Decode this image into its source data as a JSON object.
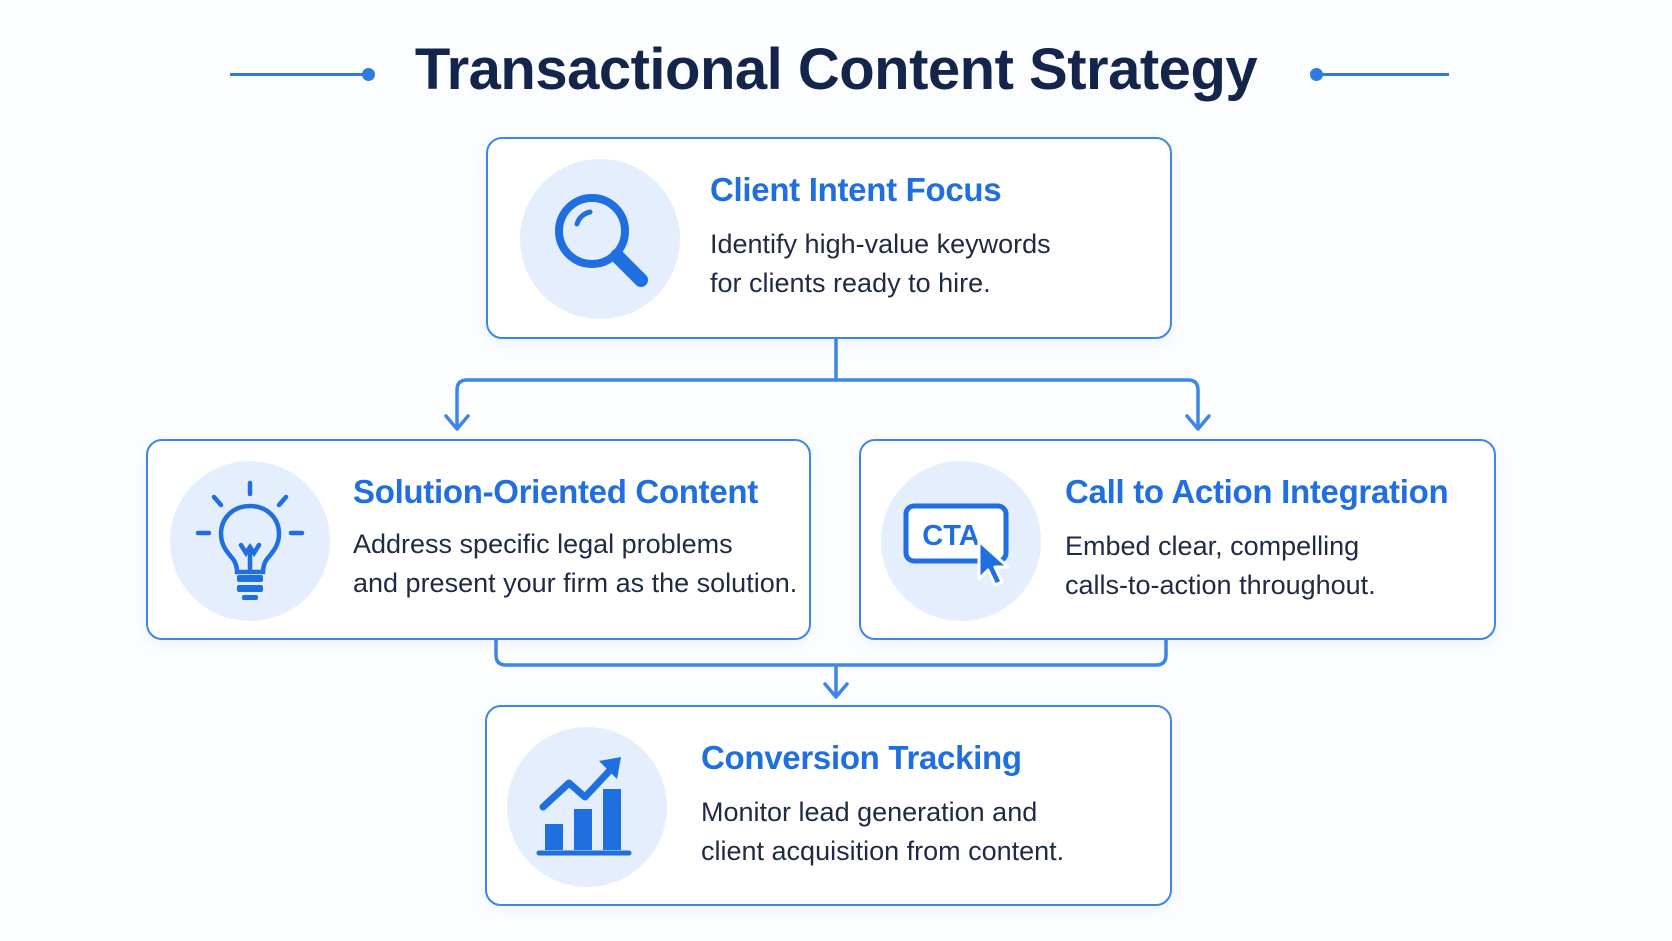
{
  "title": "Transactional Content Strategy",
  "colors": {
    "accent": "#2f7be0",
    "title_text": "#13254a",
    "card_title": "#1f6fe0",
    "body_text": "#1f2a44",
    "icon_bg": "#e4eefc"
  },
  "cards": {
    "intent": {
      "icon": "magnifying-glass-icon",
      "title": "Client Intent Focus",
      "desc_line1": "Identify high-value keywords",
      "desc_line2": "for clients ready to hire."
    },
    "solution": {
      "icon": "lightbulb-icon",
      "title": "Solution-Oriented Content",
      "desc_line1": "Address specific legal problems",
      "desc_line2": "and present your firm as the solution."
    },
    "cta": {
      "icon": "cta-cursor-icon",
      "icon_label": "CTA",
      "title": "Call to Action Integration",
      "desc_line1": "Embed clear, compelling",
      "desc_line2": "calls-to-action throughout."
    },
    "conversion": {
      "icon": "growth-chart-icon",
      "title": "Conversion Tracking",
      "desc_line1": "Monitor lead generation and",
      "desc_line2": "client acquisition from content."
    }
  }
}
